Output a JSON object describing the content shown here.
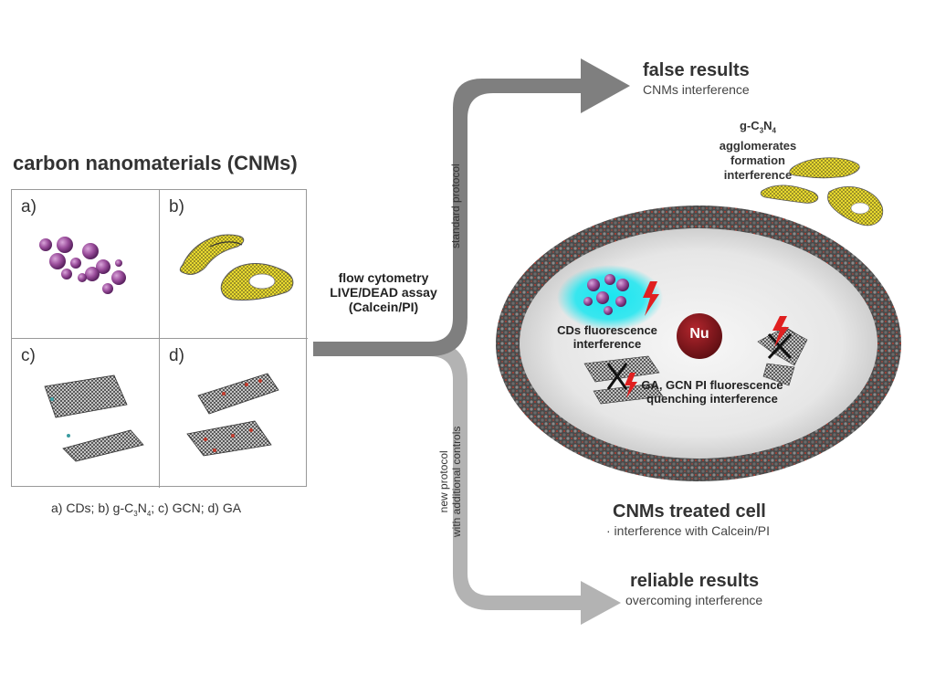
{
  "left": {
    "title": "carbon nanomaterials (CNMs)",
    "panels": [
      {
        "label": "a)"
      },
      {
        "label": "b)"
      },
      {
        "label": "c)"
      },
      {
        "label": "d)"
      }
    ],
    "caption": {
      "part1": "a) CDs; b) g-C",
      "sub1": "3",
      "part2": "N",
      "sub2": "4",
      "part3": "; c) GCN; d) GA"
    }
  },
  "assay": {
    "line1": "flow cytometry",
    "line2": "LIVE/DEAD assay",
    "line3": "(Calcein/PI)"
  },
  "arrows": {
    "upper_label": "standard protocol",
    "lower_label_line1": "new protocol",
    "lower_label_line2": "with additional controls",
    "upper_color": "#7f7f7f",
    "lower_color": "#b3b3b3"
  },
  "results": {
    "false_title": "false results",
    "false_sub": "CNMs interference",
    "reliable_title": "reliable results",
    "reliable_sub": "overcoming interference"
  },
  "agglomerates": {
    "prefix": "g-C",
    "sub1": "3",
    "mid": "N",
    "sub2": "4",
    "line2": "agglomerates",
    "line3": "formation",
    "line4": "interference"
  },
  "cell": {
    "cds_line1": "CDs fluorescence",
    "cds_line2": "interference",
    "nucleus": "Nu",
    "pi_line1": "GA, GCN PI fluorescence",
    "pi_line2": "quenching interference",
    "title": "CNMs treated cell",
    "subtitle": "· interference with Calcein/PI",
    "membrane_color": "#4a4a4a",
    "cyan_glow": "#19e6f0",
    "nucleus_color": "#8b1a1f"
  },
  "colors": {
    "cd_sphere": "#9b4e9c",
    "gcn_yellow": "#f2e230"
  }
}
